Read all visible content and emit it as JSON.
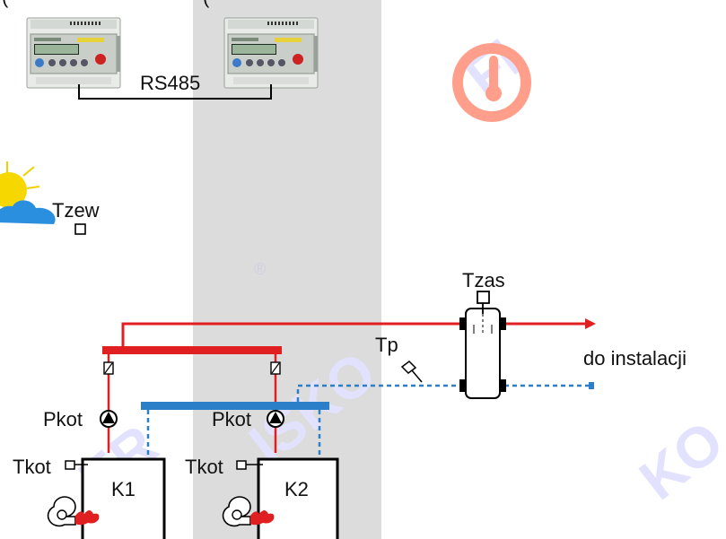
{
  "labels": {
    "bus": "RS485",
    "outdoor_sensor": "Tzew",
    "supply_sensor": "Tzas",
    "pipe_sensor": "Tp",
    "installation": "do instalacji",
    "pump_1": "Pkot",
    "pump_2": "Pkot",
    "boiler_sensor_1": "Tkot",
    "boiler_sensor_2": "Tkot",
    "boiler_1": "K1",
    "boiler_2": "K2",
    "controller_1_paren": "(",
    "controller_2_paren": "("
  },
  "watermark": {
    "text": "FERISKO",
    "registered": "®"
  },
  "colors": {
    "supply": "#e02020",
    "return": "#2a7fc8",
    "shade": "#dcdcdc",
    "watermark": "#e2e2ff"
  },
  "icons": {
    "controller": "controller-module-icon",
    "weather": "sun-cloud-icon",
    "pump": "pump-icon",
    "burner": "burner-icon",
    "separator": "hydraulic-separator-icon"
  }
}
